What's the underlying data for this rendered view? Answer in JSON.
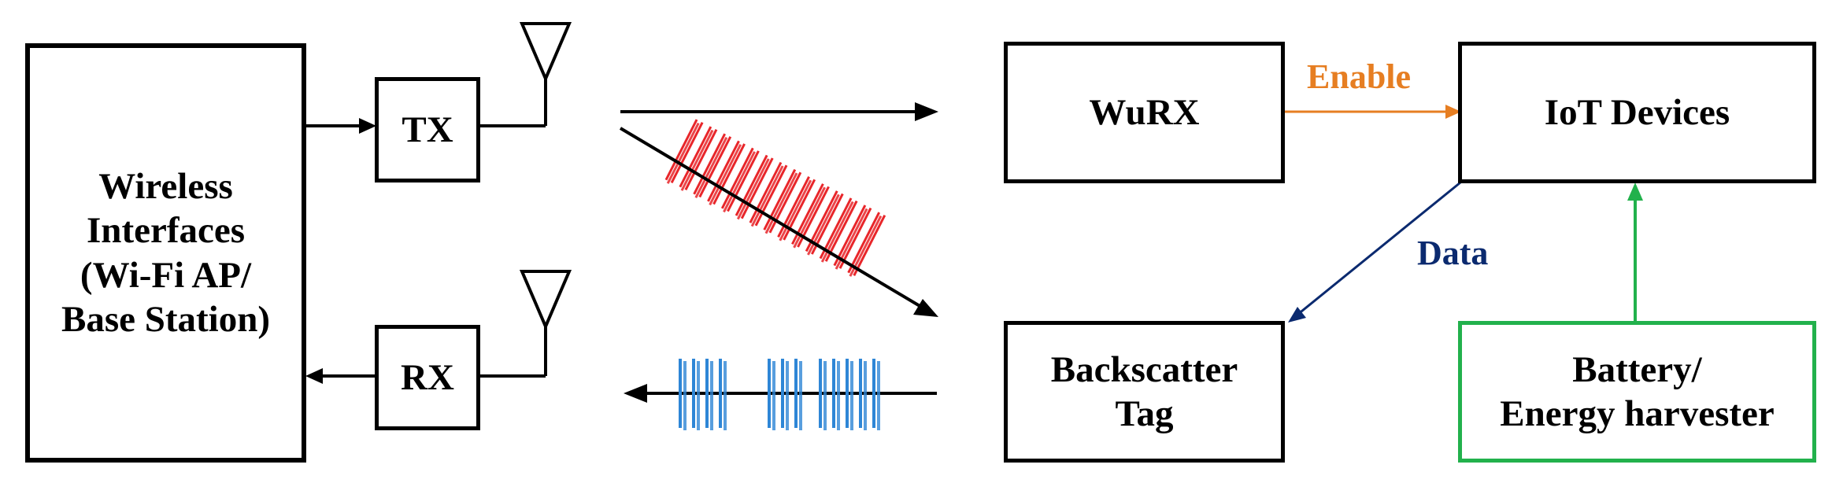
{
  "wireless": {
    "lines": [
      "Wireless",
      "Interfaces",
      "(Wi-Fi AP/",
      "Base Station)"
    ]
  },
  "tx": {
    "label": "TX"
  },
  "rx": {
    "label": "RX"
  },
  "wurx": {
    "label": "WuRX"
  },
  "iot": {
    "label": "IoT Devices"
  },
  "tag": {
    "lines": [
      "Backscatter",
      "Tag"
    ]
  },
  "battery": {
    "lines": [
      "Battery/",
      "Energy harvester"
    ]
  },
  "labels": {
    "enable": "Enable",
    "data": "Data"
  },
  "colors": {
    "enable": "#E67E22",
    "data": "#0B2A6F",
    "battery": "#22B14C",
    "red_signal": "#E8262A",
    "blue_signal": "#2E86D6"
  }
}
